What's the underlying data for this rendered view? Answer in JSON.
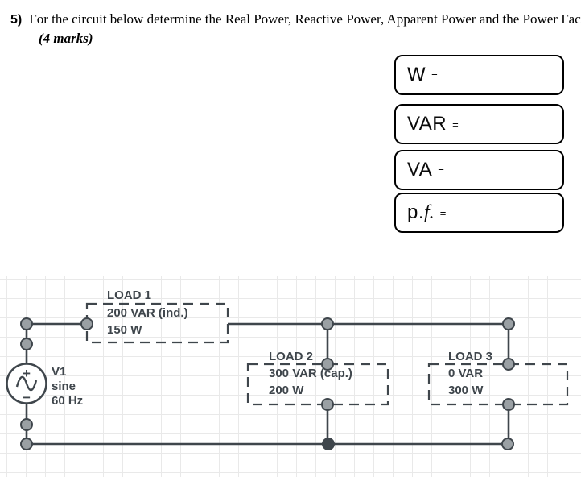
{
  "question": {
    "number": "5)",
    "text": "For the circuit below determine the Real Power, Reactive Power, Apparent Power and the Power Factor.",
    "marks": "(4 marks)"
  },
  "answers": {
    "equals": "=",
    "boxes": [
      {
        "text": "W",
        "italic": ""
      },
      {
        "text": "VAR",
        "italic": ""
      },
      {
        "text": "VA",
        "italic": ""
      },
      {
        "text": "p.",
        "italic": "f."
      }
    ]
  },
  "circuit": {
    "source": {
      "designator": "V1",
      "waveform": "sine",
      "frequency": "60 Hz",
      "plus": "+",
      "minus": "−"
    },
    "loads": [
      {
        "title": "LOAD 1",
        "reactive": "200 VAR (ind.)",
        "real": "150 W"
      },
      {
        "title": "LOAD 2",
        "reactive": "300 VAR (cap.)",
        "real": "200 W"
      },
      {
        "title": "LOAD 3",
        "reactive": "0 VAR",
        "real": "300 W"
      }
    ]
  },
  "colors": {
    "wire": "#3f464c",
    "node_fill": "#9aa0a4",
    "junction_fill": "#3f464c",
    "label_text": "#3f464c",
    "grid_line": "#e9e9e9",
    "box_border": "#000000"
  }
}
